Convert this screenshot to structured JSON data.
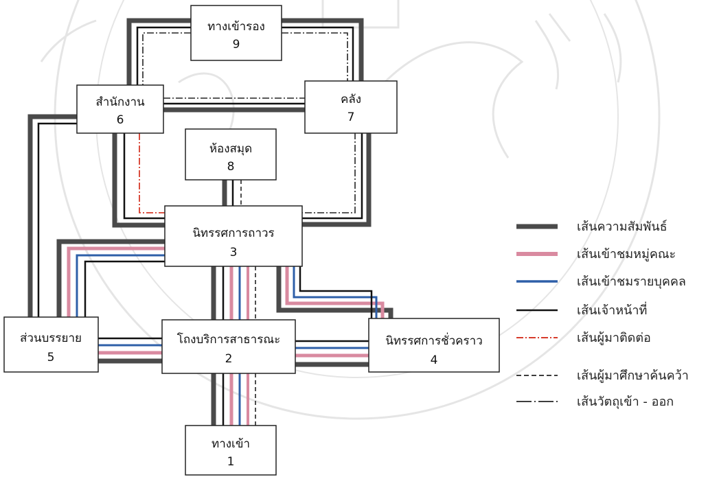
{
  "colors": {
    "relation": "#4a4a4a",
    "group": "#d98aa0",
    "individual": "#2e5fa8",
    "staff": "#111111",
    "contact": "#d63a2a",
    "research": "#222222",
    "object": "#222222",
    "watermark": "#cfcfcf"
  },
  "rooms": {
    "r9": {
      "name": "ทางเข้ารอง",
      "num": "9"
    },
    "r6": {
      "name": "สำนักงาน",
      "num": "6"
    },
    "r7": {
      "name": "คลัง",
      "num": "7"
    },
    "r8": {
      "name": "ห้องสมุด",
      "num": "8"
    },
    "r3": {
      "name": "นิทรรศการถาวร",
      "num": "3"
    },
    "r5": {
      "name": "ส่วนบรรยาย",
      "num": "5"
    },
    "r2": {
      "name": "โถงบริการสาธารณะ",
      "num": "2"
    },
    "r4": {
      "name": "นิทรรศการชั่วคราว",
      "num": "4"
    },
    "r1": {
      "name": "ทางเข้า",
      "num": "1"
    }
  },
  "legend": [
    {
      "key": "relation",
      "label": "เส้นความสัมพันธ์"
    },
    {
      "key": "group",
      "label": "เส้นเข้าชมหมู่คณะ"
    },
    {
      "key": "individual",
      "label": "เส้นเข้าชมรายบุคคล"
    },
    {
      "key": "staff",
      "label": "เส้นเจ้าหน้าที่"
    },
    {
      "key": "contact",
      "label": "เส้นผู้มาติดต่อ"
    },
    {
      "key": "research",
      "label": "เส้นผู้มาศึกษาค้นคว้า"
    },
    {
      "key": "object",
      "label": "เส้นวัตถุเข้า - ออก"
    }
  ]
}
